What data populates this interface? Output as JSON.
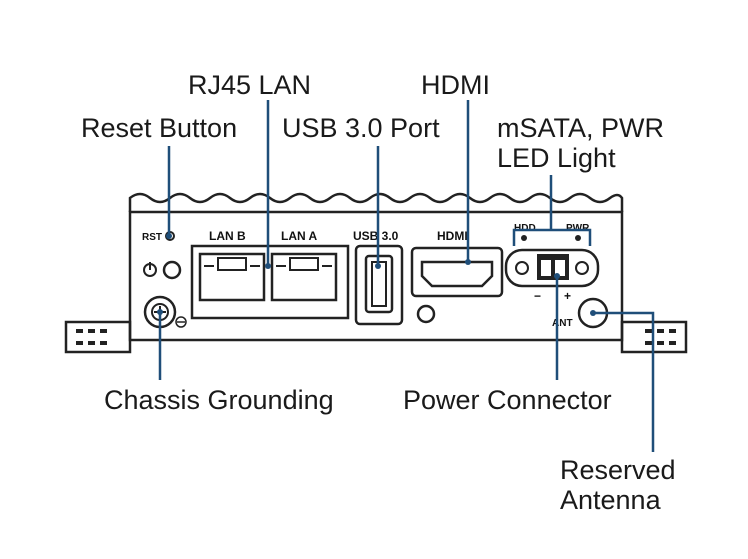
{
  "labels": {
    "rj45_lan": "RJ45 LAN",
    "hdmi": "HDMI",
    "reset_button": "Reset Button",
    "usb30_port": "USB 3.0 Port",
    "msata_pwr_line1": "mSATA, PWR",
    "msata_pwr_line2": "LED Light",
    "chassis_grounding": "Chassis Grounding",
    "power_connector": "Power Connector",
    "reserved_antenna_line1": "Reserved",
    "reserved_antenna_line2": "Antenna"
  },
  "panel_text": {
    "rst": "RST",
    "lan_b": "LAN B",
    "lan_a": "LAN A",
    "usb30": "USB 3.0",
    "hdmi": "HDMI",
    "hdd": "HDD",
    "pwr": "PWR",
    "minus": "−",
    "plus": "+",
    "ant": "ANT"
  },
  "colors": {
    "callout": "#1f4e79",
    "device_outline": "#222222",
    "text": "#1a1a1a"
  }
}
